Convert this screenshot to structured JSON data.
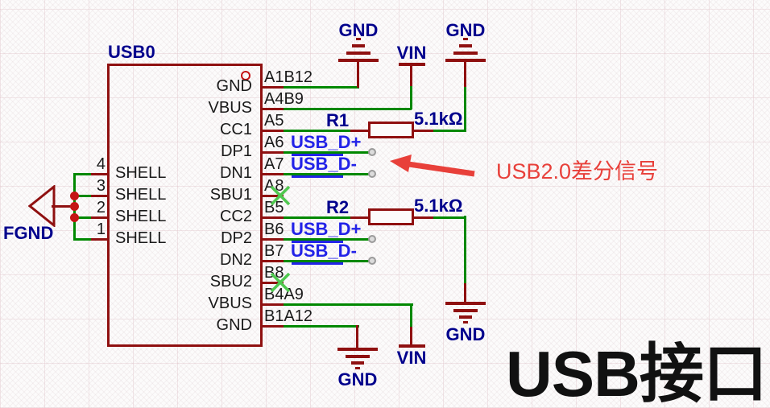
{
  "schematic": {
    "component": {
      "ref": "USB0",
      "right_pins": [
        {
          "number": "A1B12",
          "name": "GND"
        },
        {
          "number": "A4B9",
          "name": "VBUS"
        },
        {
          "number": "A5",
          "name": "CC1"
        },
        {
          "number": "A6",
          "name": "DP1"
        },
        {
          "number": "A7",
          "name": "DN1"
        },
        {
          "number": "A8",
          "name": "SBU1"
        },
        {
          "number": "B5",
          "name": "CC2"
        },
        {
          "number": "B6",
          "name": "DP2"
        },
        {
          "number": "B7",
          "name": "DN2"
        },
        {
          "number": "B8",
          "name": "SBU2"
        },
        {
          "number": "B4A9",
          "name": "VBUS"
        },
        {
          "number": "B1A12",
          "name": "GND"
        }
      ],
      "left_pins": [
        {
          "number": "4",
          "name": "SHELL"
        },
        {
          "number": "3",
          "name": "SHELL"
        },
        {
          "number": "2",
          "name": "SHELL"
        },
        {
          "number": "1",
          "name": "SHELL"
        }
      ]
    },
    "resistors": [
      {
        "ref": "R1",
        "value": "5.1kΩ"
      },
      {
        "ref": "R2",
        "value": "5.1kΩ"
      }
    ],
    "net_labels": {
      "usb_dp": "USB_D+",
      "usb_dn": "USB_D-"
    },
    "power": {
      "gnd": "GND",
      "vin": "VIN",
      "fgnd": "FGND"
    },
    "annotations": {
      "diff_signal_note": "USB2.0差分信号",
      "sheet_title": "USB接口"
    },
    "colors": {
      "wire": "#008800",
      "symbol_outline": "#8f1010",
      "net_label_text": "#2323e8",
      "power_text": "#00008c",
      "annotation_red": "#e8403a",
      "pin_text": "#1a1a1a",
      "no_connect": "#4fc84f",
      "junction_dot": "#c41414"
    }
  }
}
